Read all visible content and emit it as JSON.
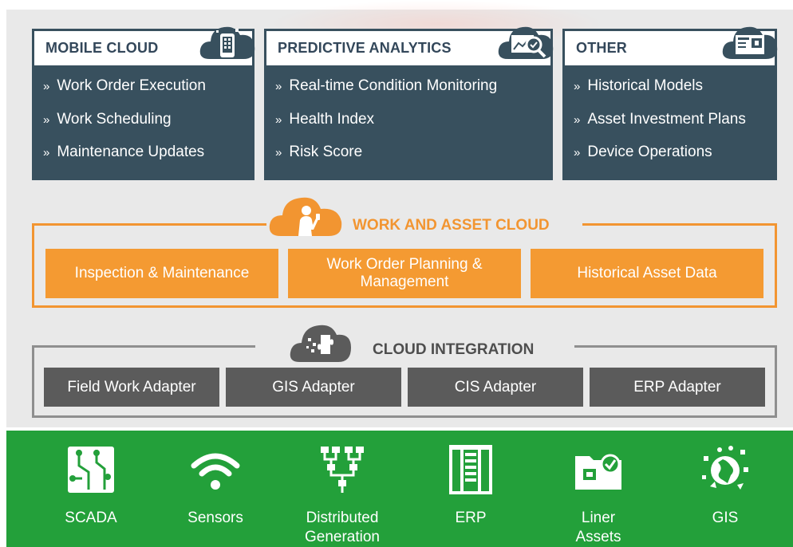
{
  "top_cards": [
    {
      "title": "MOBILE CLOUD",
      "icon": "mobile-app-cloud-icon",
      "items": [
        "Work Order Execution",
        "Work Scheduling",
        "Maintenance Updates"
      ]
    },
    {
      "title": "PREDICTIVE ANALYTICS",
      "icon": "analytics-magnifier-cloud-icon",
      "items": [
        "Real-time Condition Monitoring",
        "Health Index",
        "Risk Score"
      ]
    },
    {
      "title": "OTHER",
      "icon": "dashboard-cloud-icon",
      "items": [
        "Historical Models",
        "Asset Investment Plans",
        "Device Operations"
      ]
    }
  ],
  "bullet": "»",
  "work_asset_cloud": {
    "title": "WORK AND ASSET CLOUD",
    "icon": "worker-cloud-icon",
    "boxes": [
      "Inspection & Maintenance",
      "Work Order Planning &\nManagement",
      "Historical Asset Data"
    ]
  },
  "cloud_integration": {
    "title": "CLOUD INTEGRATION",
    "icon": "puzzle-cloud-icon",
    "adapters": [
      "Field Work Adapter",
      "GIS Adapter",
      "CIS Adapter",
      "ERP Adapter"
    ]
  },
  "systems": [
    {
      "label": "SCADA",
      "icon": "circuit-board-icon"
    },
    {
      "label": "Sensors",
      "icon": "wifi-signal-icon"
    },
    {
      "label": "Distributed\nGeneration",
      "icon": "hierarchy-network-icon"
    },
    {
      "label": "ERP",
      "icon": "spreadsheet-icon"
    },
    {
      "label": "Liner\nAssets",
      "icon": "folder-check-icon"
    },
    {
      "label": "GIS",
      "icon": "globe-icon"
    }
  ],
  "colors": {
    "slate": "#38505e",
    "orange": "#f29531",
    "gray_dark": "#5b5b5b",
    "gray_light": "#e9e9e9",
    "green": "#23a03a"
  }
}
